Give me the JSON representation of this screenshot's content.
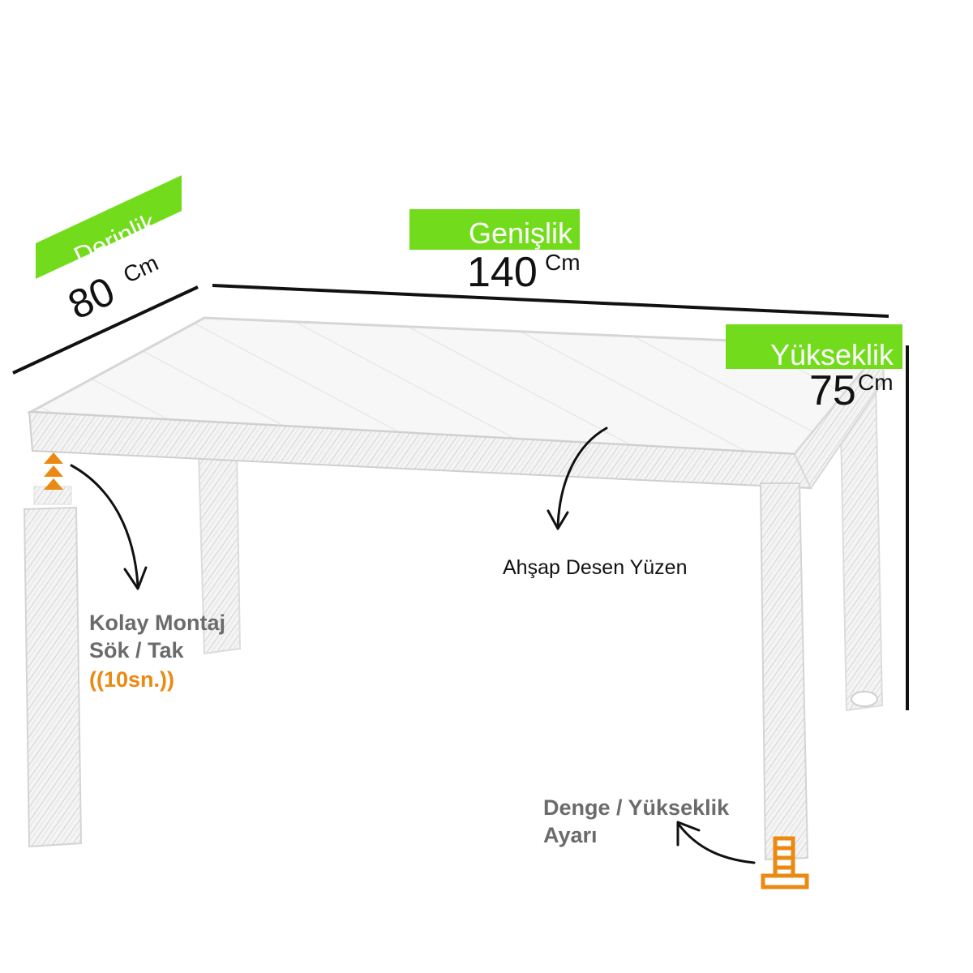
{
  "colors": {
    "label_band": "#72dc1c",
    "accent": "#ea8a12",
    "feature_text": "#6b6b6b",
    "outline": "#111111"
  },
  "dimensions": {
    "depth": {
      "title": "Derinlik",
      "value": "80",
      "unit": "Cm"
    },
    "width": {
      "title": "Genişlik",
      "value": "140",
      "unit": "Cm"
    },
    "height": {
      "title": "Yükseklik",
      "value": "75",
      "unit": "Cm"
    }
  },
  "features": {
    "assembly": {
      "line1": "Kolay Montaj",
      "line2": "Sök / Tak",
      "line3": "((10sn.))"
    },
    "surface": {
      "text": "Ahşap Desen Yüzen"
    },
    "leveling": {
      "line1": "Denge / Yükseklik",
      "line2": "Ayarı"
    }
  },
  "icons": [
    "triangle-stack-icon",
    "adjuster-foot-icon",
    "curved-arrow-icon"
  ]
}
